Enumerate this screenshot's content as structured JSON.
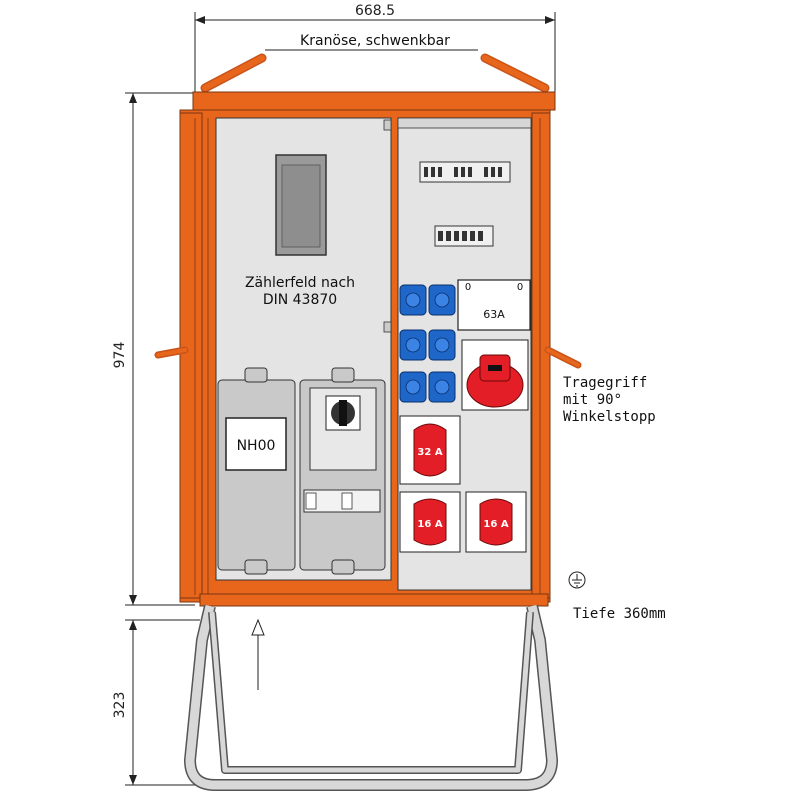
{
  "dimensions": {
    "width": "668.5",
    "height_cabinet": "974",
    "height_stand": "323"
  },
  "labels": {
    "crane_eye": "Kranöse, schwenkbar",
    "meter_field_line1": "Zählerfeld nach",
    "meter_field_line2": "DIN 43870",
    "fuse_label": "NH00",
    "breaker_label": "63A",
    "handle_line1": "Tragegriff",
    "handle_line2": "mit 90°",
    "handle_line3": "Winkelstopp",
    "depth": "Tiefe 360mm",
    "terminal_0_left": "0",
    "terminal_0_right": "0"
  },
  "sockets": {
    "cee_32": "32 A",
    "cee_16_left": "16 A",
    "cee_16_right": "16 A"
  },
  "colors": {
    "frame_orange": "#e8661c",
    "frame_dark": "#c9541a",
    "panel_grey": "#e4e4e4",
    "socket_blue": "#1f66c9",
    "cee_red": "#e41e26",
    "stand_grey": "#d8d8d8"
  }
}
